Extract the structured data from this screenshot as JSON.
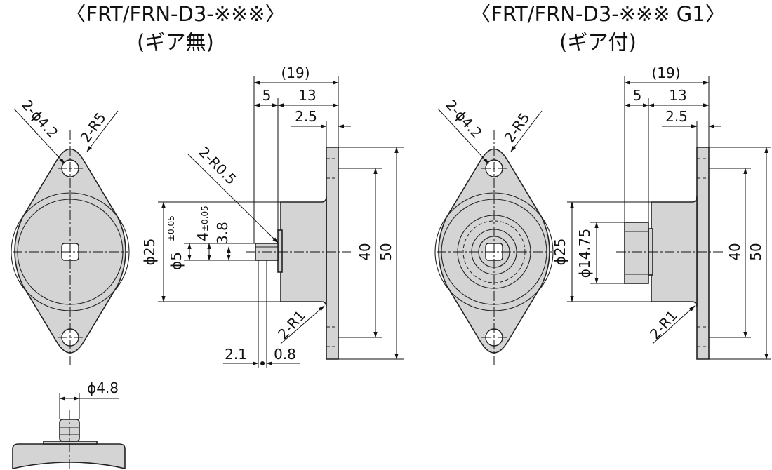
{
  "left_view": {
    "title": "〈FRT/FRN-D3-※※※〉",
    "subtitle": "(ギア無)"
  },
  "right_view": {
    "title": "〈FRT/FRN-D3-※※※ G1〉",
    "subtitle": "(ギア付)"
  },
  "dimensions": {
    "holes": "2-ϕ4.2",
    "end_radius": "2-R5",
    "overall_depth": "(19)",
    "shaft_length": "5",
    "body_length": "13",
    "flange_thickness": "2.5",
    "edge_radius": "2-R0.5",
    "body_diameter": "ϕ25",
    "shaft_diameter": "ϕ5",
    "shaft_tolerance": "±0.05",
    "flat_width": "4",
    "flat_tolerance": "±0.05",
    "flat_depth": "3.8",
    "hole_pitch": "40",
    "flange_length": "50",
    "fillet_radius": "2-R1",
    "gap_a": "2.1",
    "gap_b": "0.8",
    "shaft_detail_diameter": "ϕ4.8",
    "gear_diameter": "ϕ14.75"
  }
}
